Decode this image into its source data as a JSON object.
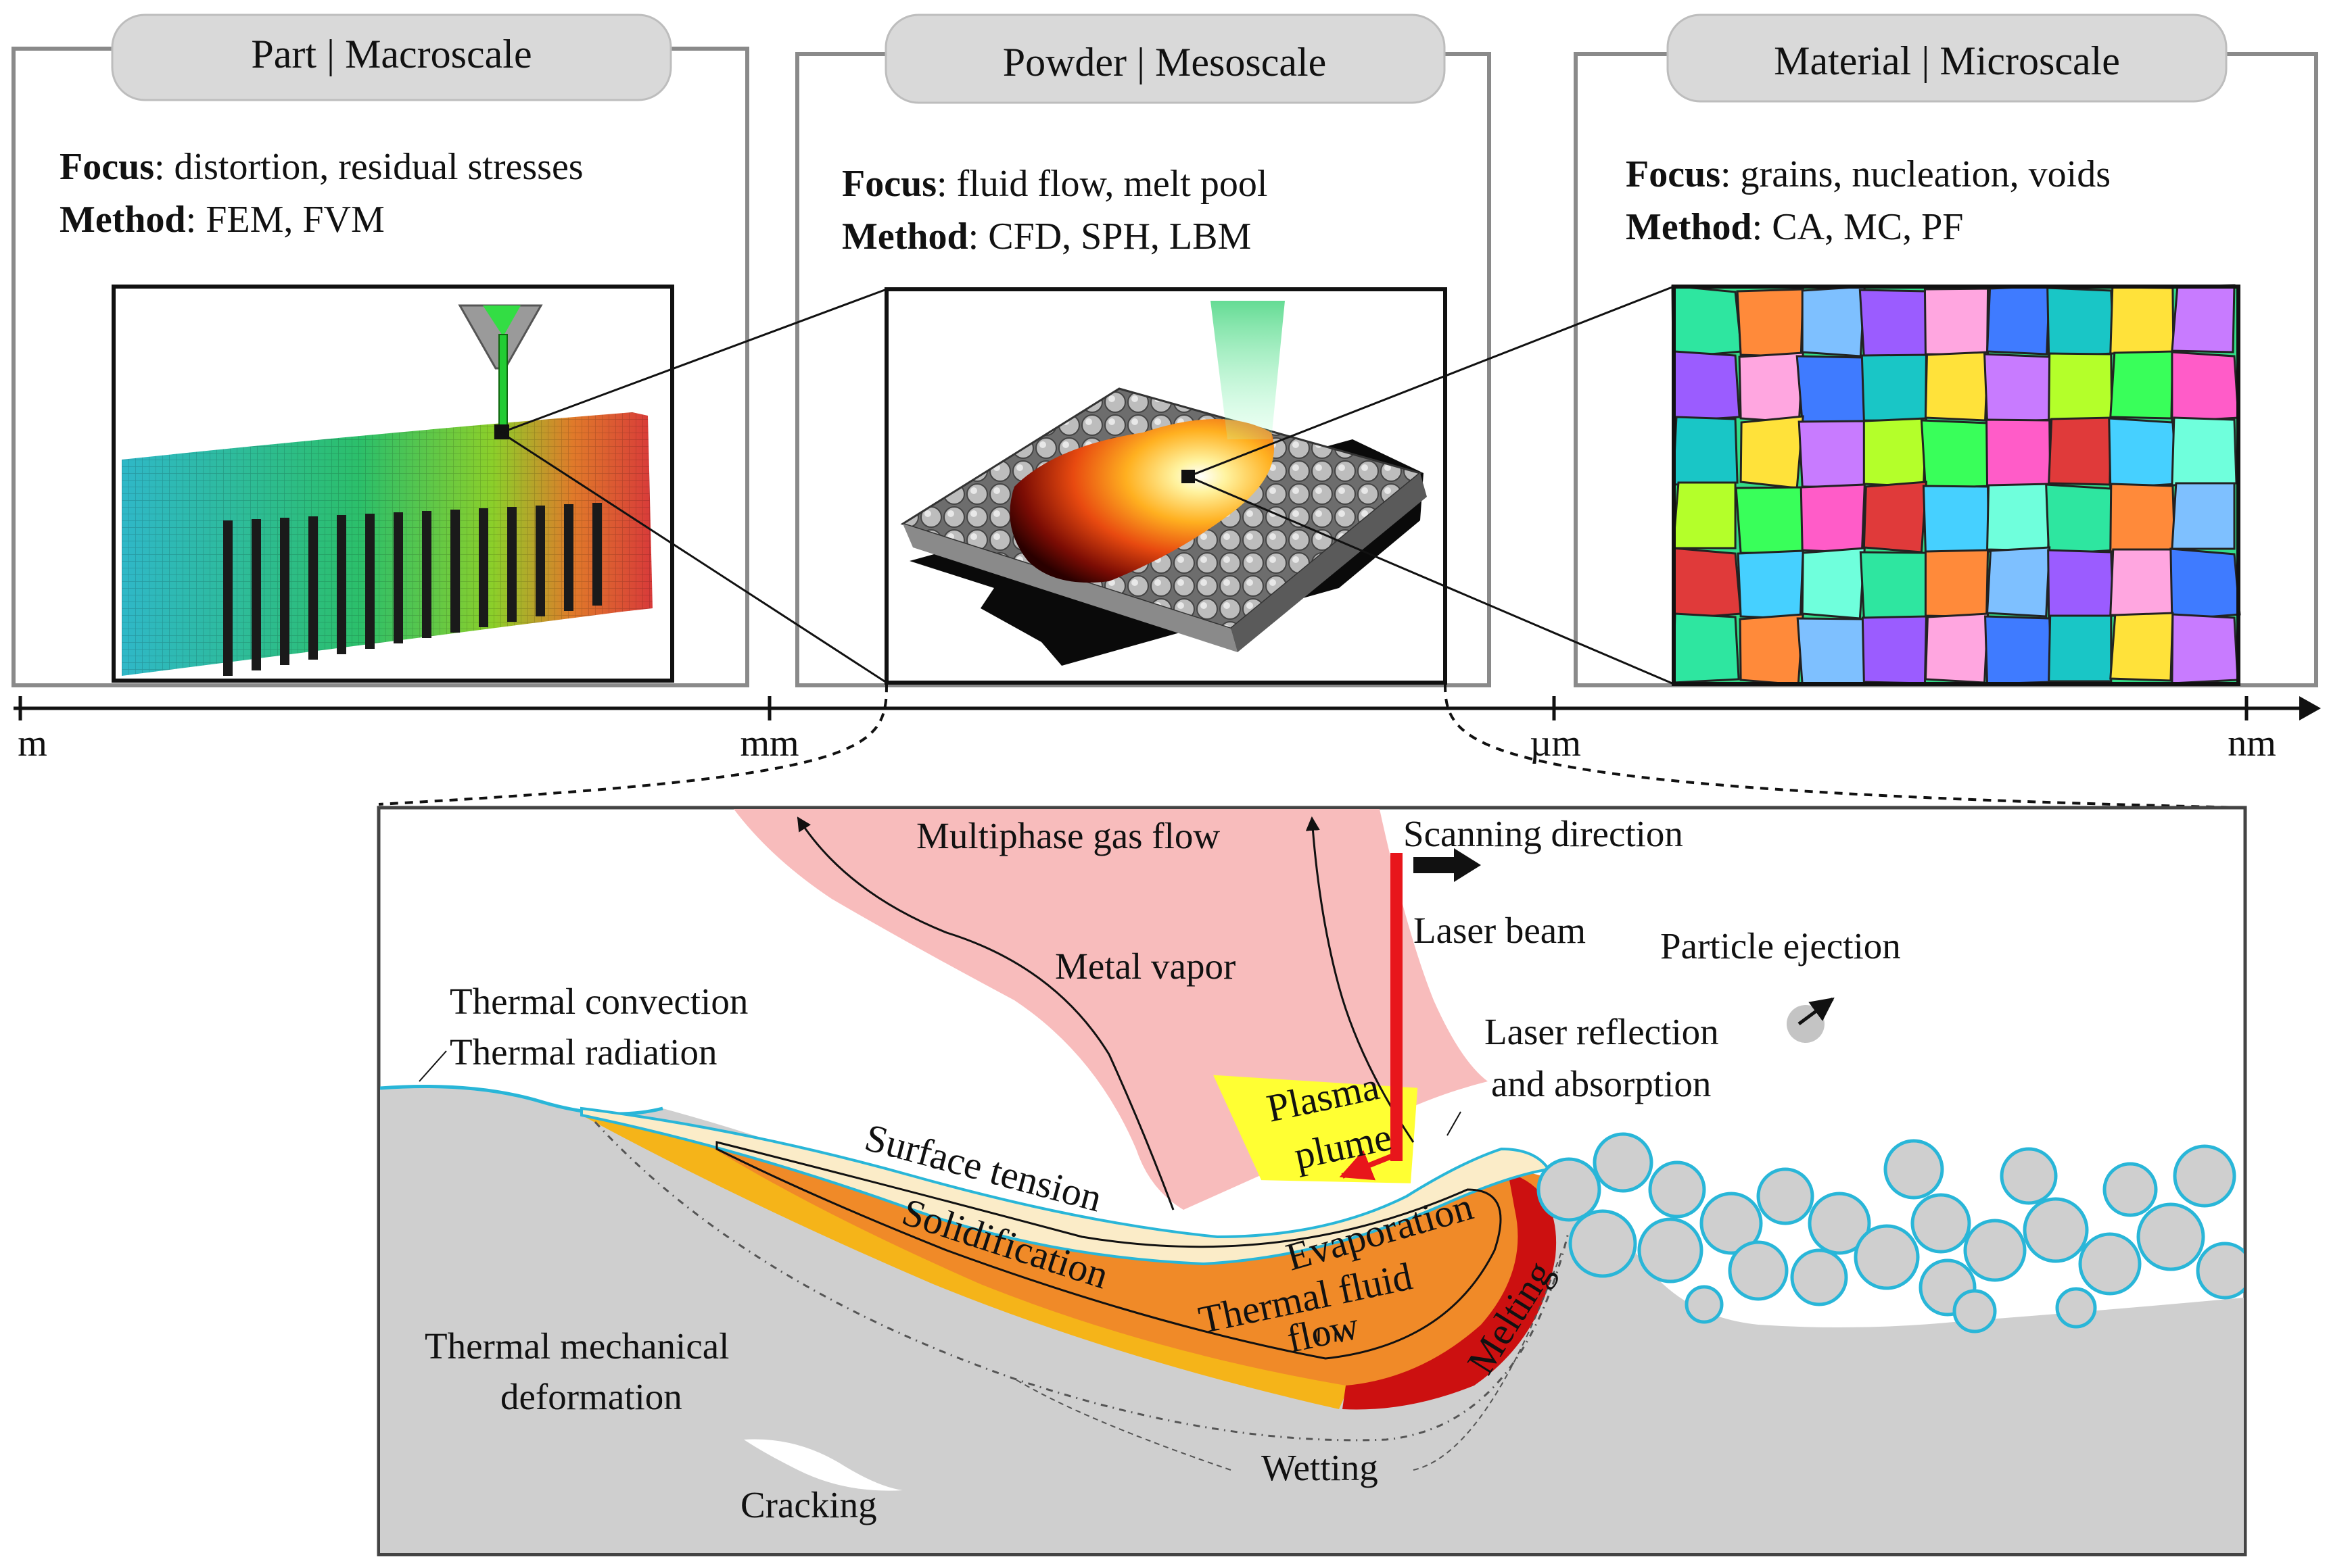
{
  "panels": [
    {
      "title": "Part | Macroscale",
      "focus_label": "Focus",
      "focus": ": distortion, residual stresses",
      "method_label": "Method",
      "method": ": FEM, FVM"
    },
    {
      "title": "Powder | Mesoscale",
      "focus_label": "Focus",
      "focus": ": fluid flow, melt pool",
      "method_label": "Method",
      "method": ": CFD, SPH, LBM"
    },
    {
      "title": "Material | Microscale",
      "focus_label": "Focus",
      "focus": ": grains, nucleation, voids",
      "method_label": "Method",
      "method": ": CA, MC, PF"
    }
  ],
  "scale_axis": {
    "ticks": [
      "m",
      "mm",
      "µm",
      "nm"
    ]
  },
  "process": {
    "multiphase_gas_flow": "Multiphase gas flow",
    "scanning_direction": "Scanning direction",
    "laser_beam": "Laser beam",
    "metal_vapor": "Metal vapor",
    "particle_ejection": "Particle ejection",
    "thermal_convection": "Thermal convection",
    "thermal_radiation": "Thermal radiation",
    "laser_reflection": "Laser reflection",
    "and_absorption": "and absorption",
    "plasma": "Plasma",
    "plume": "plume",
    "surface_tension": "Surface tension",
    "evaporation": "Evaporation",
    "solidification": "Solidification",
    "thermal_fluid": "Thermal fluid",
    "flow": "flow",
    "melting": "Melting",
    "thermal_mechanical": "Thermal mechanical",
    "deformation": "deformation",
    "wetting": "Wetting",
    "cracking": "Cracking"
  },
  "colors": {
    "vapor": "#f8bcbc",
    "laser": "#e8161b",
    "plasma": "#ffff33",
    "surface_layer": "#fbecc8",
    "solidification": "#f5b419",
    "melt_pool": "#f08a28",
    "melting": "#cc1010",
    "substrate": "#cfcfcf",
    "powder_outline": "#29b6d8"
  }
}
